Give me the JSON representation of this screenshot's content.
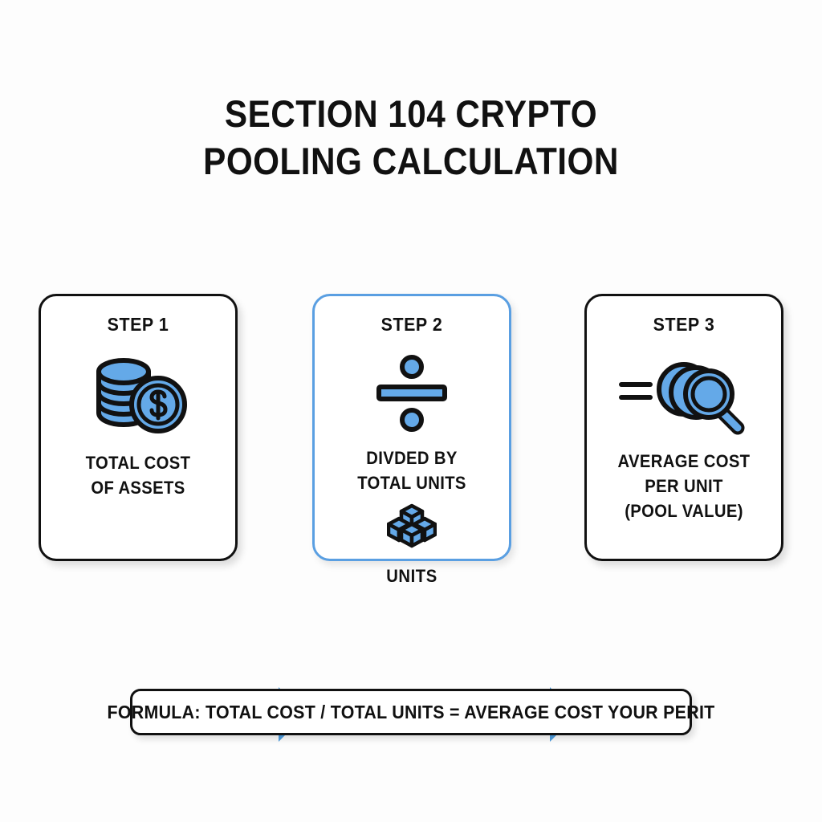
{
  "page": {
    "background_color": "#fdfdfd",
    "accent_blue": "#4f9ee0",
    "icon_blue": "#64a9e8",
    "outline_black": "#111111",
    "highlight_border": "#5a9fe2"
  },
  "title": {
    "line1": "SECTION 104 CRYPTO",
    "line2": "POOLING CALCULATION"
  },
  "steps": [
    {
      "label": "STEP 1",
      "icon": "coin-stack-dollar-icon",
      "caption_line1": "TOTAL COST",
      "caption_line2": "OF ASSETS",
      "caption_line3": "",
      "highlighted": false
    },
    {
      "label": "STEP 2",
      "icon": "division-sign-icon",
      "caption_line1": "DIVDED BY",
      "caption_line2": "TOTAL UNITS",
      "caption_line3": "",
      "sub_icon": "cubes-icon",
      "outside_label": "UNITS",
      "highlighted": true
    },
    {
      "label": "STEP 3",
      "icon": "equals-magnifier-coins-icon",
      "caption_line1": "AVERAGE COST",
      "caption_line2": "PER UNIT",
      "caption_line3": "(POOL VALUE)",
      "highlighted": false
    }
  ],
  "arrows": [
    {
      "name": "arrow-step1-to-step2",
      "direction": "right",
      "color": "#4f9ee0"
    },
    {
      "name": "arrow-step2-to-step3",
      "direction": "right",
      "color": "#4f9ee0"
    }
  ],
  "formula": {
    "text": "FORMULA: TOTAL COST / TOTAL UNITS = AVERAGE COST YOUR PERIT"
  }
}
